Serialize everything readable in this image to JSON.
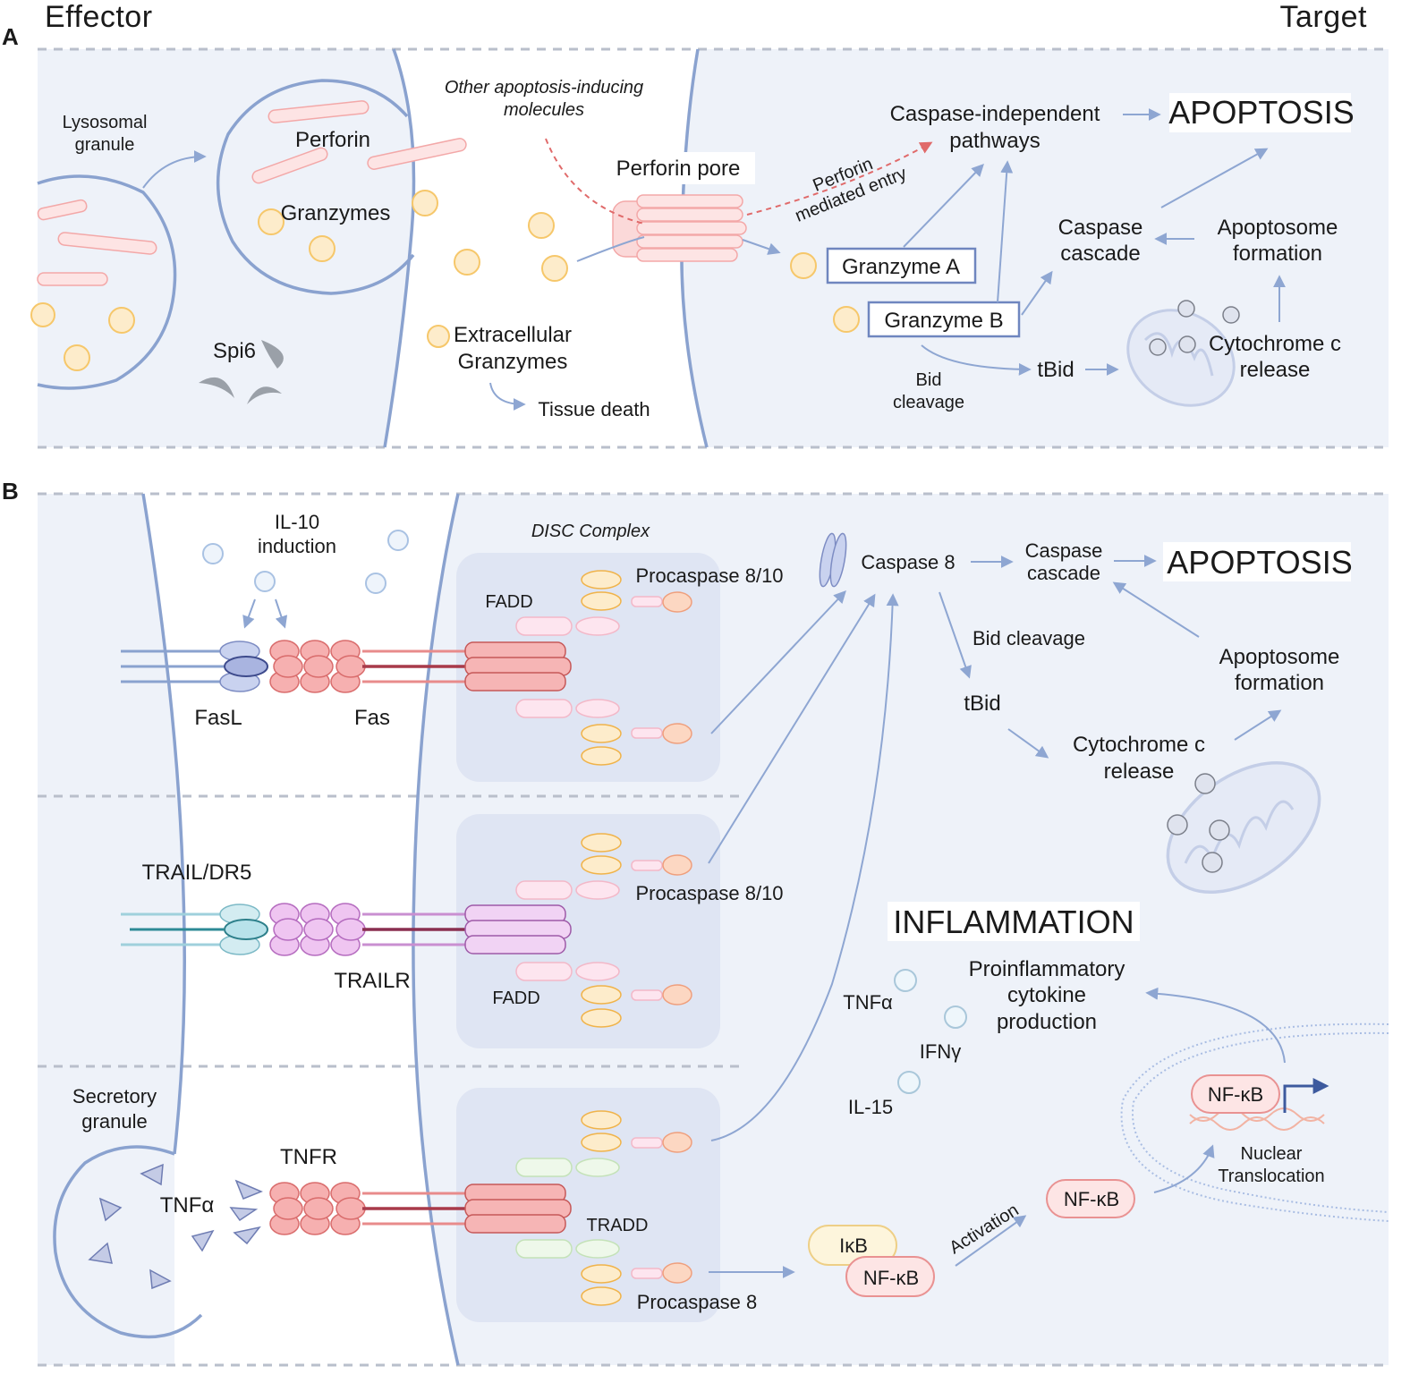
{
  "header": {
    "effector": "Effector",
    "target": "Target"
  },
  "panel_a": {
    "letter": "A",
    "lysosomal_granule": [
      "Lysosomal",
      "granule"
    ],
    "perforin": "Perforin",
    "granzymes": "Granzymes",
    "spi6": "Spi6",
    "other_molecules": [
      "Other apoptosis-inducing",
      "molecules"
    ],
    "perforin_pore": "Perforin pore",
    "perforin_entry": [
      "Perforin",
      "mediated entry"
    ],
    "extracellular_granzymes": [
      "Extracellular",
      "Granzymes"
    ],
    "tissue_death": "Tissue death",
    "caspase_independent": [
      "Caspase-independent",
      "pathways"
    ],
    "apoptosis": "APOPTOSIS",
    "caspase_cascade": [
      "Caspase",
      "cascade"
    ],
    "apoptosome": [
      "Apoptosome",
      "formation"
    ],
    "granzyme_a": "Granzyme A",
    "granzyme_b": "Granzyme B",
    "bid_cleavage": [
      "Bid",
      "cleavage"
    ],
    "tbid": "tBid",
    "cytochrome": [
      "Cytochrome c",
      "release"
    ]
  },
  "panel_b": {
    "letter": "B",
    "il10": [
      "IL-10",
      "induction"
    ],
    "disc_complex": "DISC Complex",
    "fadd_top": "FADD",
    "procaspase_top": "Procaspase 8/10",
    "fasl": "FasL",
    "fas": "Fas",
    "caspase8": "Caspase 8",
    "caspase_cascade": [
      "Caspase",
      "cascade"
    ],
    "apoptosis": "APOPTOSIS",
    "bid_cleavage": "Bid cleavage",
    "tbid": "tBid",
    "apoptosome": [
      "Apoptosome",
      "formation"
    ],
    "cytochrome": [
      "Cytochrome c",
      "release"
    ],
    "trail_dr5": "TRAIL/DR5",
    "procaspase_mid": "Procaspase 8/10",
    "trailr": "TRAILR",
    "fadd_mid": "FADD",
    "inflammation": "INFLAMMATION",
    "proinflammatory": [
      "Proinflammatory",
      "cytokine",
      "production"
    ],
    "tnfa_cytokine": "TNFα",
    "ifng": "IFNγ",
    "il15": "IL-15",
    "secretory_granule": [
      "Secretory",
      "granule"
    ],
    "tnfr": "TNFR",
    "tnfa_granule": "TNFα",
    "tradd": "TRADD",
    "procaspase_bot": "Procaspase 8",
    "ikb": "IκB",
    "nfkb_complex": "NF-κB",
    "activation": "Activation",
    "nfkb_free": "NF-κB",
    "nfkb_nucleus": "NF-κB",
    "nuclear_translocation": [
      "Nuclear",
      "Translocation"
    ]
  },
  "colors": {
    "background_panel": "#eef2f9",
    "membrane": "#8aa2cf",
    "arrow": "#8ea6d2",
    "granzyme": "#f6c76a",
    "perforin": "#f3a8a8",
    "receptor": "#e88b8b",
    "trail": "#c98fd1",
    "disc": "#dfe5f3"
  }
}
